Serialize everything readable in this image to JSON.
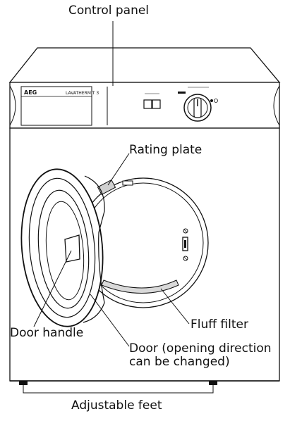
{
  "labels": {
    "control_panel": "Control panel",
    "rating_plate": "Rating plate",
    "fluff_filter": "Fluff filter",
    "door_handle": "Door handle",
    "door_line1": "Door (opening direction",
    "door_line2": "can be changed)",
    "adjustable_feet": "Adjustable feet"
  },
  "panel": {
    "brand": "AEG",
    "model": "LAVATHERM T 3"
  }
}
